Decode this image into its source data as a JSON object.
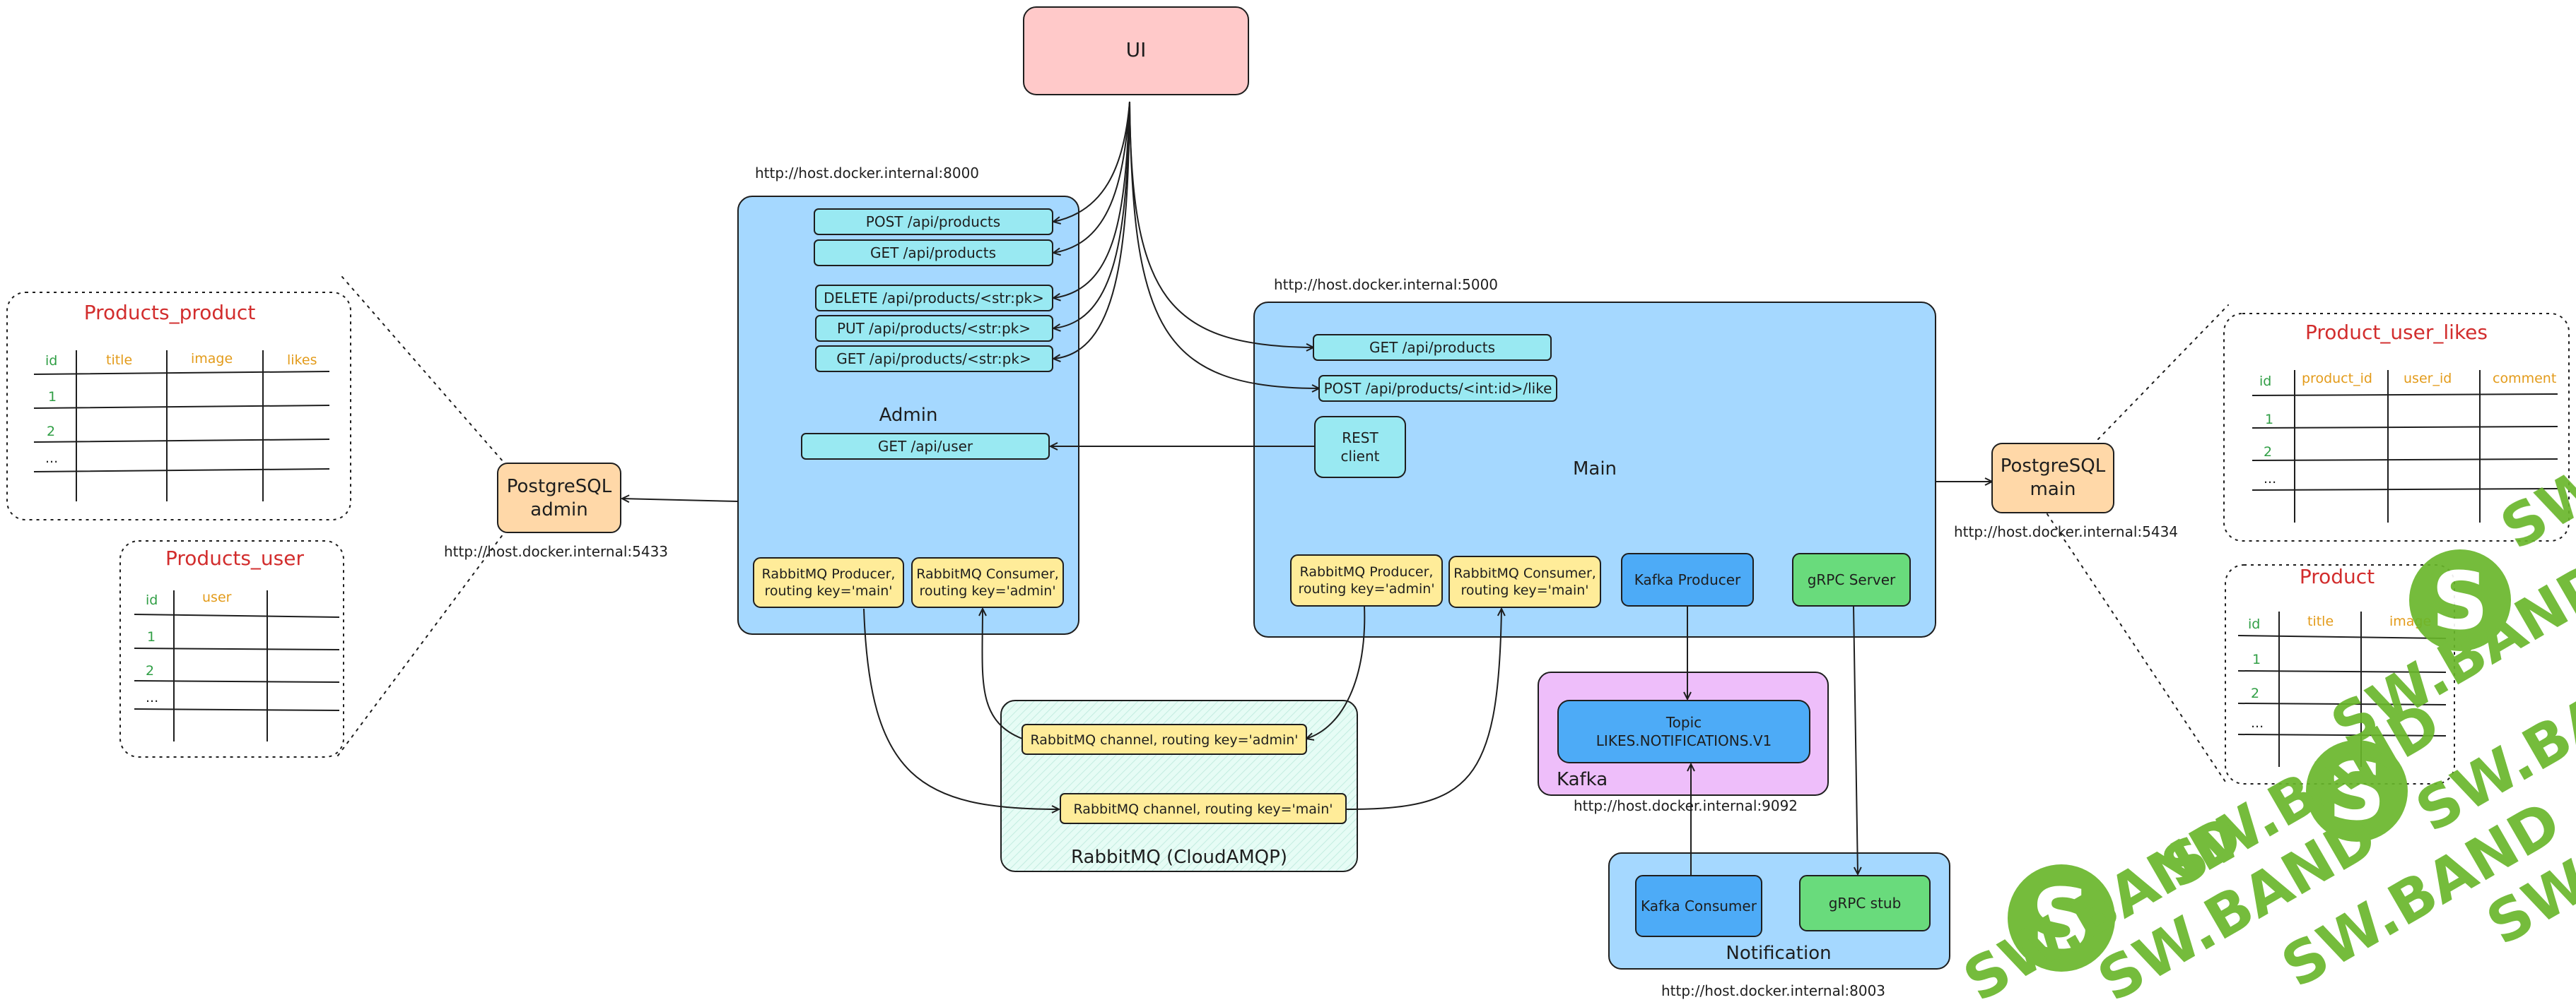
{
  "ui": {
    "label": "UI"
  },
  "admin": {
    "url": "http://host.docker.internal:8000",
    "label": "Admin",
    "endpoints": [
      "POST /api/products",
      "GET /api/products",
      "DELETE /api/products/<str:pk>",
      "PUT /api/products/<str:pk>",
      "GET /api/products/<str:pk>"
    ],
    "user_endpoint": "GET /api/user",
    "producer": [
      "RabbitMQ Producer,",
      "routing key='main'"
    ],
    "consumer": [
      "RabbitMQ Consumer,",
      "routing key='admin'"
    ]
  },
  "main": {
    "url": "http://host.docker.internal:5000",
    "label": "Main",
    "endpoints": [
      "GET /api/products",
      "POST /api/products/<int:id>/like"
    ],
    "rest_client": [
      "REST",
      "client"
    ],
    "producer": [
      "RabbitMQ Producer,",
      "routing key='admin'"
    ],
    "consumer": [
      "RabbitMQ Consumer,",
      "routing key='main'"
    ],
    "kafka_producer": "Kafka Producer",
    "grpc_server": "gRPC Server"
  },
  "pg_admin": {
    "label": [
      "PostgreSQL",
      "admin"
    ],
    "url": "http://host.docker.internal:5433"
  },
  "pg_main": {
    "label": [
      "PostgreSQL",
      "main"
    ],
    "url": "http://host.docker.internal:5434"
  },
  "rabbitmq": {
    "label": "RabbitMQ (CloudAMQP)",
    "channel_admin": "RabbitMQ channel, routing key='admin'",
    "channel_main": "RabbitMQ channel, routing key='main'"
  },
  "kafka": {
    "label": "Kafka",
    "topic": [
      "Topic",
      "LIKES.NOTIFICATIONS.V1"
    ],
    "url": "http://host.docker.internal:9092"
  },
  "notification": {
    "label": "Notification",
    "kafka_consumer": "Kafka Consumer",
    "grpc_stub": "gRPC stub",
    "url": "http://host.docker.internal:8003"
  },
  "tables": {
    "products_product": {
      "title": "Products_product",
      "columns": [
        "id",
        "title",
        "image",
        "likes"
      ],
      "rows": [
        "1",
        "2",
        "..."
      ]
    },
    "products_user": {
      "title": "Products_user",
      "columns": [
        "id",
        "user"
      ],
      "rows": [
        "1",
        "2",
        "..."
      ]
    },
    "product_user_likes": {
      "title": "Product_user_likes",
      "columns": [
        "id",
        "product_id",
        "user_id",
        "comment"
      ],
      "rows": [
        "1",
        "2",
        "..."
      ]
    },
    "product": {
      "title": "Product",
      "columns": [
        "id",
        "title",
        "image"
      ],
      "rows": [
        "1",
        "2",
        "..."
      ]
    }
  },
  "watermark": {
    "text": "SW.BAND",
    "color": "#69b62b"
  },
  "colors": {
    "ui": "#ffc9c9",
    "service": "#a5d8ff",
    "endpoint": "#99e9f2",
    "rabbit": "#ffec99",
    "postgres": "#ffd8a8",
    "kafka_bg": "#eebefa",
    "kafka_item": "#4dabf7",
    "grpc": "#69db7c"
  }
}
